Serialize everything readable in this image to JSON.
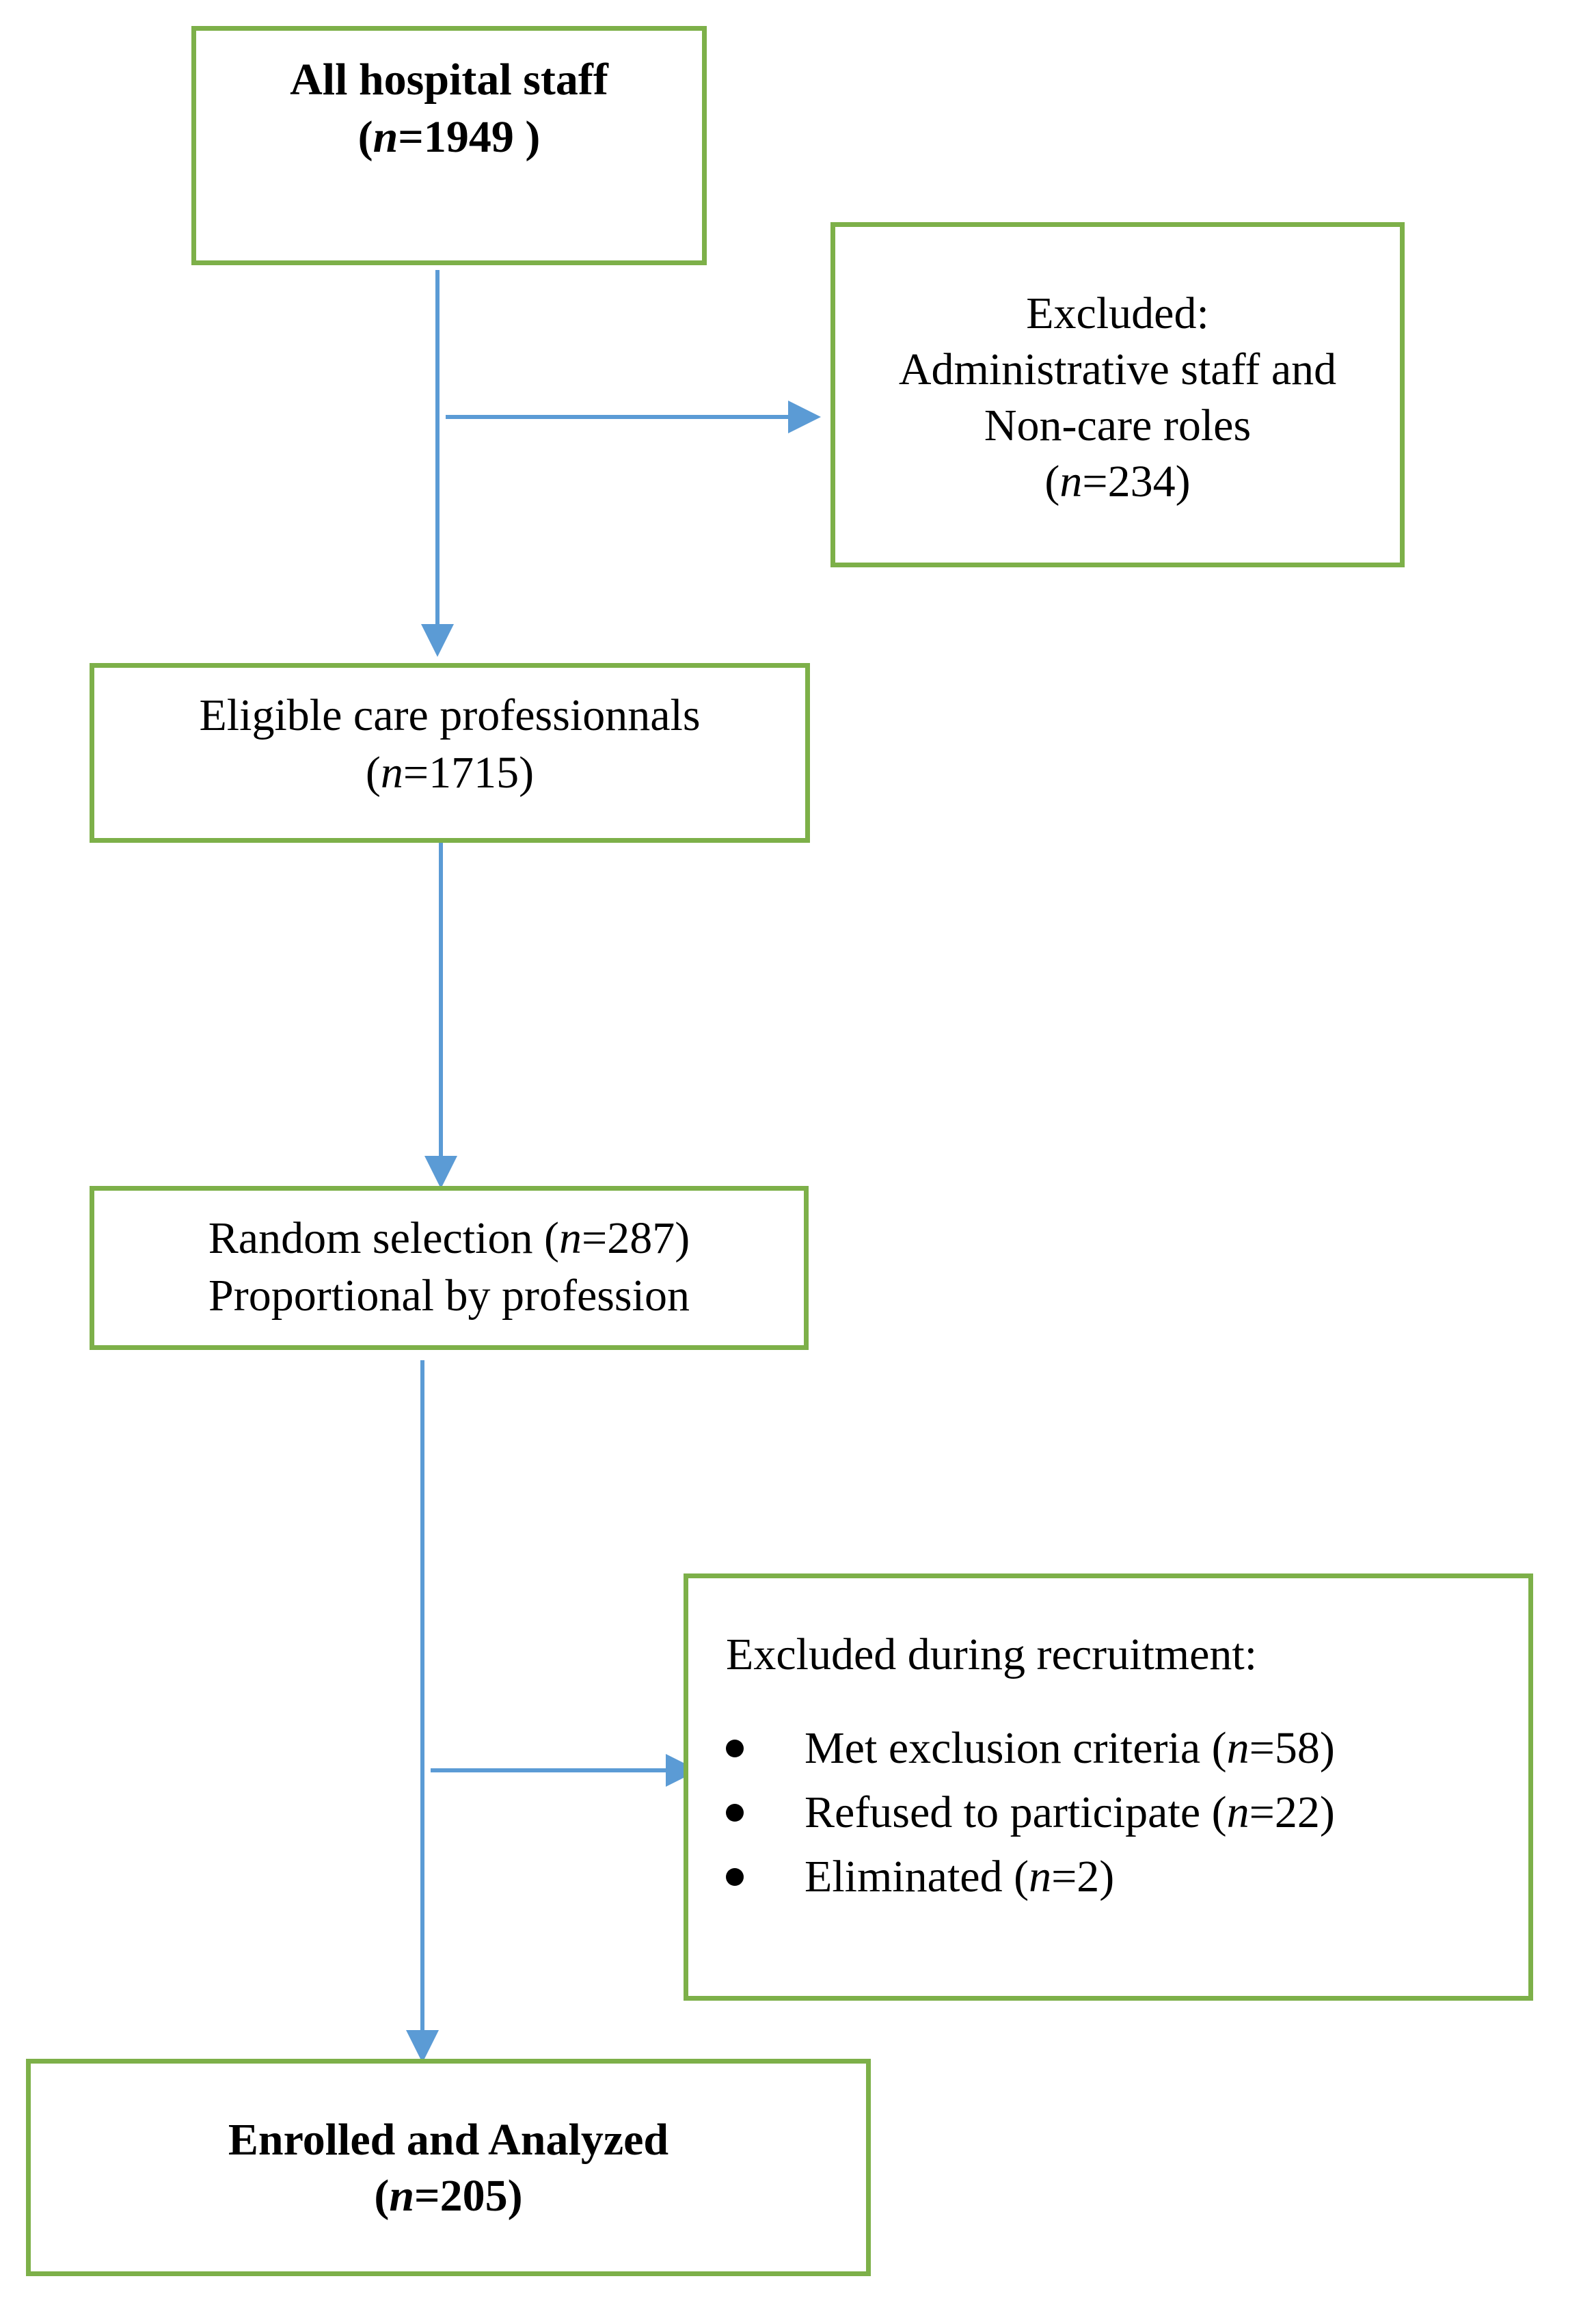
{
  "colors": {
    "box_border": "#7db049",
    "arrow": "#5b9bd5",
    "background": "#ffffff"
  },
  "flow": {
    "all_staff": {
      "title": "All hospital staff",
      "n_open": "(",
      "n_label": "n",
      "n_value": "=1949 )"
    },
    "excluded": {
      "line1": "Excluded:",
      "line2": "Administrative staff and",
      "line3": "Non-care roles",
      "n_open": "(",
      "n_label": "n",
      "n_value": "=234)"
    },
    "eligible": {
      "line1": "Eligible care professionnals",
      "n_open": "(",
      "n_label": "n",
      "n_value": "=1715)"
    },
    "random": {
      "line1_pre": "Random selection (",
      "n_label": "n",
      "n_value": "=287)",
      "line2": "Proportional by profession"
    },
    "recruitment": {
      "title": "Excluded during recruitment:",
      "items": [
        {
          "text": "Met exclusion criteria (",
          "n_label": "n",
          "n_value": "=58)"
        },
        {
          "text": "Refused to participate (",
          "n_label": "n",
          "n_value": "=22)"
        },
        {
          "text": "Eliminated (",
          "n_label": "n",
          "n_value": "=2)"
        }
      ]
    },
    "enrolled": {
      "title": "Enrolled and Analyzed",
      "n_open": "(",
      "n_label": "n",
      "n_value": "=205)"
    }
  }
}
